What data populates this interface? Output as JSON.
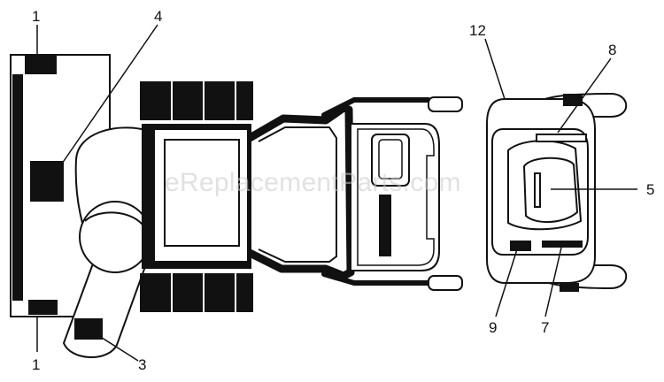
{
  "callouts": {
    "c1_top": "1",
    "c4": "4",
    "c12": "12",
    "c8": "8",
    "c5": "5",
    "c9": "9",
    "c7": "7",
    "c1_bottom": "1",
    "c3": "3"
  },
  "watermark": "eReplacementParts.com"
}
